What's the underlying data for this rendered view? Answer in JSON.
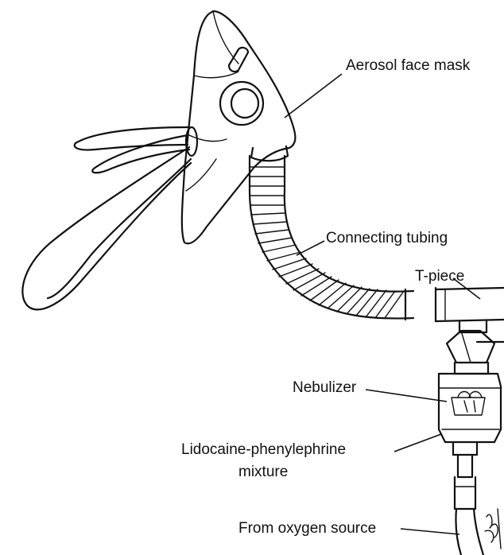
{
  "labels": {
    "mask": "Aerosol face mask",
    "tubing": "Connecting tubing",
    "tpiece": "T-piece",
    "nebulizer": "Nebulizer",
    "mixture_line1": "Lidocaine-phenylephrine",
    "mixture_line2": "mixture",
    "oxygen": "From oxygen source"
  }
}
